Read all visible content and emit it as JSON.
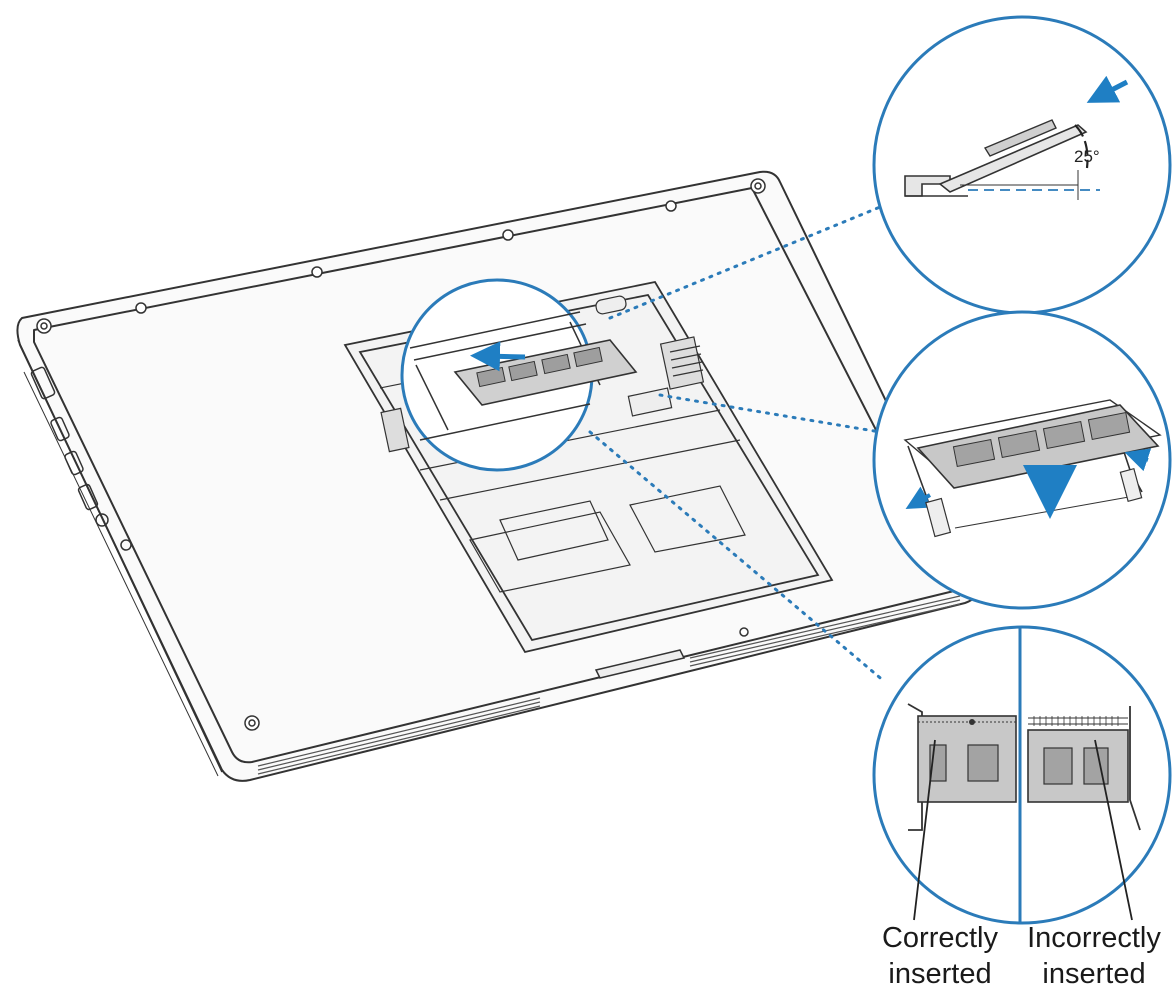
{
  "diagram": {
    "angle_label": "25°",
    "captions": {
      "correct_line1": "Correctly",
      "correct_line2": "inserted",
      "incorrect_line1": "Incorrectly",
      "incorrect_line2": "inserted"
    },
    "colors": {
      "callout_blue": "#2b7bb9",
      "arrow_blue": "#1f7fc4",
      "line": "#333333",
      "module_fill": "#c8c8c8",
      "chip_fill": "#a9a9a9"
    }
  }
}
